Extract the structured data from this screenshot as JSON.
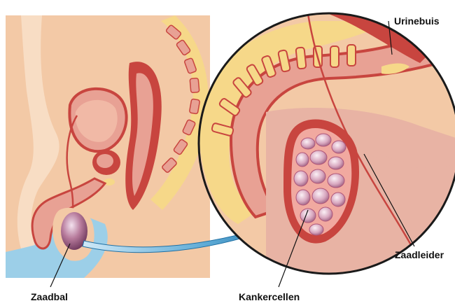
{
  "labels": {
    "urinebuis": "Urinebuis",
    "zaadleider": "Zaadleider",
    "zaadbal": "Zaadbal",
    "kankercellen": "Kankercellen"
  },
  "colors": {
    "background_blue": "#9ccfe8",
    "skin": "#f3c9a6",
    "tissue_pink": "#e8a194",
    "muscle_red": "#c8453f",
    "fat_yellow": "#f6d889",
    "testis_purple": "#a56a8c",
    "arrow_blue": "#3a8fbf",
    "circle_outline": "#1a1a1a",
    "label_text": "#111111"
  }
}
